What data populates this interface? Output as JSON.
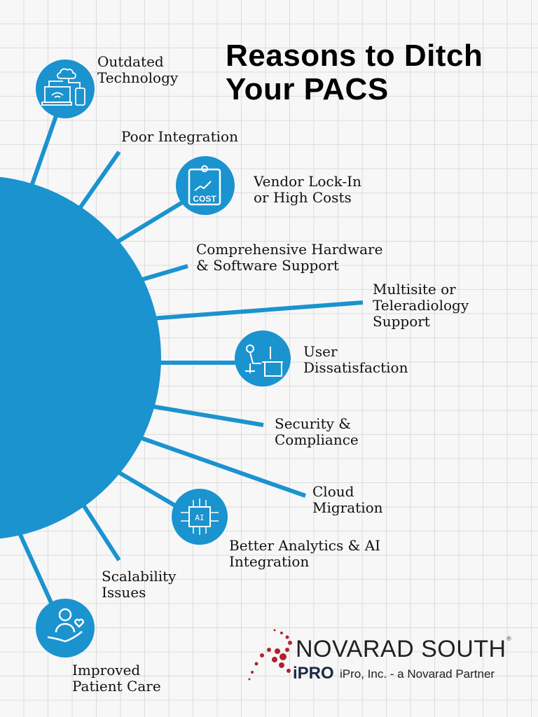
{
  "title": {
    "line1": "Reasons to Ditch",
    "line2": "Your PACS"
  },
  "reasons": [
    {
      "label": "Outdated\nTechnology",
      "icon": "cloud-devices-icon"
    },
    {
      "label": "Poor Integration"
    },
    {
      "label": "Vendor Lock-In\nor High Costs",
      "icon": "cost-clipboard-icon",
      "icon_text": "COST"
    },
    {
      "label": "Comprehensive Hardware\n& Software Support"
    },
    {
      "label": "Multisite or\nTeleradiology\nSupport"
    },
    {
      "label": "User\nDissatisfaction",
      "icon": "frustrated-user-icon"
    },
    {
      "label": "Security &\nCompliance"
    },
    {
      "label": "Cloud\nMigration"
    },
    {
      "label": "Better Analytics & AI\nIntegration",
      "icon": "ai-chip-icon",
      "icon_text": "AI"
    },
    {
      "label": "Scalability\nIssues"
    },
    {
      "label": "Improved\nPatient Care",
      "icon": "patient-care-icon"
    }
  ],
  "logo": {
    "brand": "NOVARAD SOUTH",
    "registered": "®",
    "sub_brand": "iPRO",
    "tagline": "iPro, Inc. - a Novarad Partner"
  },
  "colors": {
    "accent": "#1b93cf",
    "logo_red": "#b5202e"
  }
}
